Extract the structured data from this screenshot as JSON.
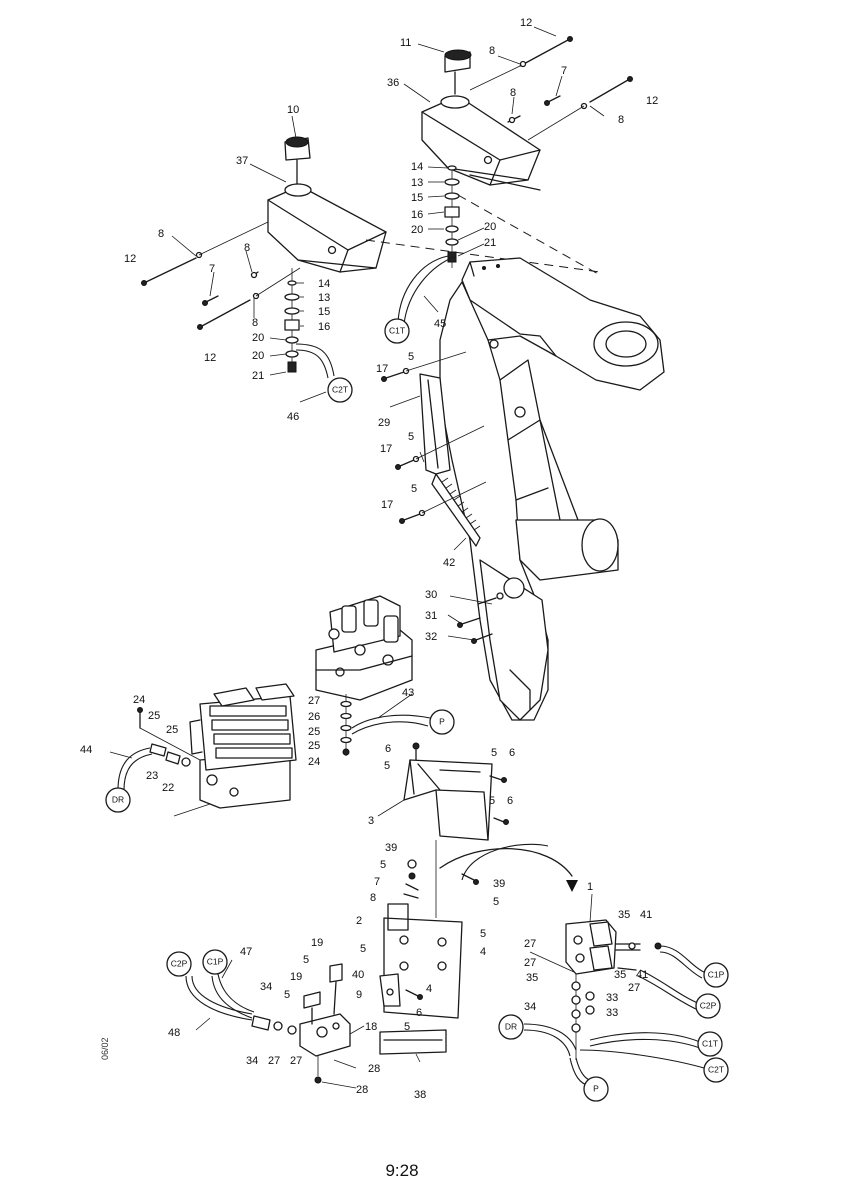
{
  "page_number": "9:28",
  "side_mark": "06/02",
  "callouts": [
    {
      "n": "12"
    },
    {
      "n": "11"
    },
    {
      "n": "8"
    },
    {
      "n": "7"
    },
    {
      "n": "12"
    },
    {
      "n": "36"
    },
    {
      "n": "8"
    },
    {
      "n": "8"
    },
    {
      "n": "10"
    },
    {
      "n": "37"
    },
    {
      "n": "14"
    },
    {
      "n": "13"
    },
    {
      "n": "15"
    },
    {
      "n": "16"
    },
    {
      "n": "20"
    },
    {
      "n": "20"
    },
    {
      "n": "21"
    },
    {
      "n": "8"
    },
    {
      "n": "12"
    },
    {
      "n": "8"
    },
    {
      "n": "7"
    },
    {
      "n": "8"
    },
    {
      "n": "12"
    },
    {
      "n": "14"
    },
    {
      "n": "13"
    },
    {
      "n": "15"
    },
    {
      "n": "16"
    },
    {
      "n": "20"
    },
    {
      "n": "20"
    },
    {
      "n": "21"
    },
    {
      "n": "46"
    },
    {
      "n": "45"
    },
    {
      "n": "5"
    },
    {
      "n": "17"
    },
    {
      "n": "29"
    },
    {
      "n": "5"
    },
    {
      "n": "17"
    },
    {
      "n": "5"
    },
    {
      "n": "17"
    },
    {
      "n": "42"
    },
    {
      "n": "30"
    },
    {
      "n": "31"
    },
    {
      "n": "32"
    },
    {
      "n": "27"
    },
    {
      "n": "43"
    },
    {
      "n": "26"
    },
    {
      "n": "25"
    },
    {
      "n": "25"
    },
    {
      "n": "24"
    },
    {
      "n": "24"
    },
    {
      "n": "25"
    },
    {
      "n": "25"
    },
    {
      "n": "44"
    },
    {
      "n": "23"
    },
    {
      "n": "22"
    },
    {
      "n": "6"
    },
    {
      "n": "5"
    },
    {
      "n": "5"
    },
    {
      "n": "6"
    },
    {
      "n": "5"
    },
    {
      "n": "6"
    },
    {
      "n": "3"
    },
    {
      "n": "39"
    },
    {
      "n": "5"
    },
    {
      "n": "7"
    },
    {
      "n": "8"
    },
    {
      "n": "39"
    },
    {
      "n": "5"
    },
    {
      "n": "2"
    },
    {
      "n": "5"
    },
    {
      "n": "5"
    },
    {
      "n": "4"
    },
    {
      "n": "40"
    },
    {
      "n": "9"
    },
    {
      "n": "4"
    },
    {
      "n": "5"
    },
    {
      "n": "6"
    },
    {
      "n": "38"
    },
    {
      "n": "19"
    },
    {
      "n": "5"
    },
    {
      "n": "19"
    },
    {
      "n": "5"
    },
    {
      "n": "18"
    },
    {
      "n": "28"
    },
    {
      "n": "28"
    },
    {
      "n": "47"
    },
    {
      "n": "48"
    },
    {
      "n": "34"
    },
    {
      "n": "34"
    },
    {
      "n": "27"
    },
    {
      "n": "27"
    },
    {
      "n": "1"
    },
    {
      "n": "35"
    },
    {
      "n": "41"
    },
    {
      "n": "27"
    },
    {
      "n": "27"
    },
    {
      "n": "35"
    },
    {
      "n": "41"
    },
    {
      "n": "35"
    },
    {
      "n": "27"
    },
    {
      "n": "33"
    },
    {
      "n": "34"
    },
    {
      "n": "33"
    }
  ],
  "connectors": [
    {
      "label": "C1T"
    },
    {
      "label": "C2T"
    },
    {
      "label": "P"
    },
    {
      "label": "DR"
    },
    {
      "label": "C2P"
    },
    {
      "label": "C1P"
    },
    {
      "label": "C1P"
    },
    {
      "label": "C2P"
    },
    {
      "label": "DR"
    },
    {
      "label": "C1T"
    },
    {
      "label": "C2T"
    },
    {
      "label": "P"
    }
  ]
}
